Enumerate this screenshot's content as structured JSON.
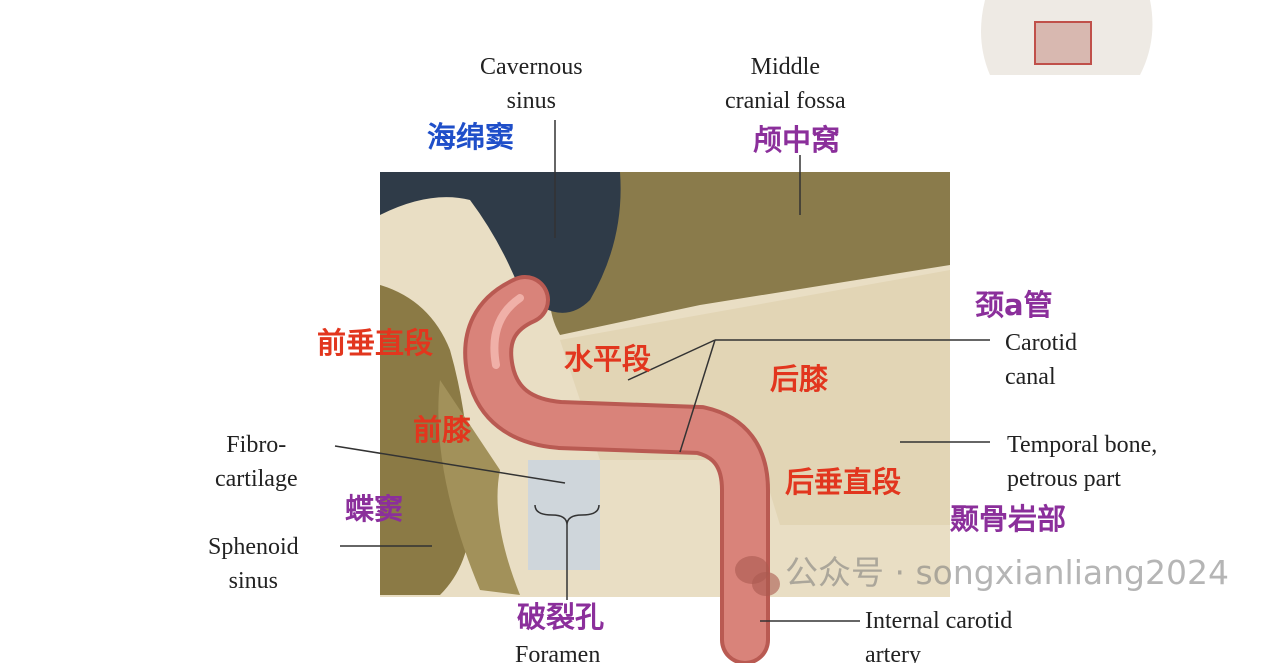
{
  "labels_en": {
    "cavernous_sinus": "Cavernous\nsinus",
    "middle_cranial_fossa": "Middle\ncranial fossa",
    "carotid_canal": "Carotid\ncanal",
    "temporal_bone": "Temporal bone,\npetrous part",
    "fibrocartilage": "Fibro-\ncartilage",
    "sphenoid_sinus": "Sphenoid\nsinus",
    "foramen": "Foramen",
    "internal_carotid": "Internal carotid\nartery"
  },
  "labels_zh": {
    "cavernous_sinus": "海绵窦",
    "middle_cranial_fossa": "颅中窝",
    "carotid_canal": "颈a管",
    "anterior_vertical": "前垂直段",
    "horizontal": "水平段",
    "posterior_genu": "后膝",
    "anterior_genu": "前膝",
    "posterior_vertical": "后垂直段",
    "petrous_temporal": "颞骨岩部",
    "sphenoid_sinus": "蝶窦",
    "foramen_lacerum": "破裂孔"
  },
  "watermark": "公众号 · songxianliang2024",
  "colors": {
    "artery": "#d9837a",
    "bone": "#e9dec4",
    "cavernous": "#2f3b48",
    "fossa": "#8a7b4b",
    "red_label": "#e2361e",
    "purple_label": "#8b2f9b",
    "blue_label": "#1f4fc9"
  }
}
